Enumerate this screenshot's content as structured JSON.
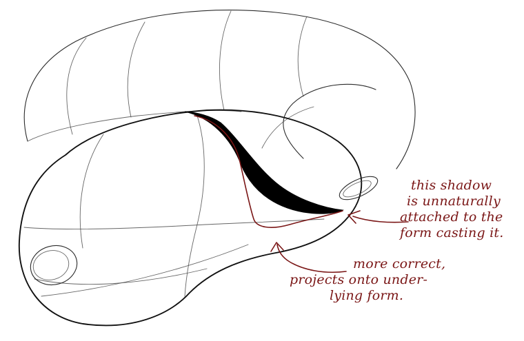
{
  "annotations": {
    "attached_shadow": {
      "lines": [
        "this shadow",
        "is unnaturally",
        "attached to the",
        "form casting it."
      ]
    },
    "projected_shadow": {
      "lines": [
        "more correct,",
        "projects onto under-",
        "lying form."
      ]
    }
  },
  "colors": {
    "annotation": "#7a1616",
    "line_art": "#2a2a2a",
    "shadow": "#000000",
    "background": "#ffffff"
  }
}
